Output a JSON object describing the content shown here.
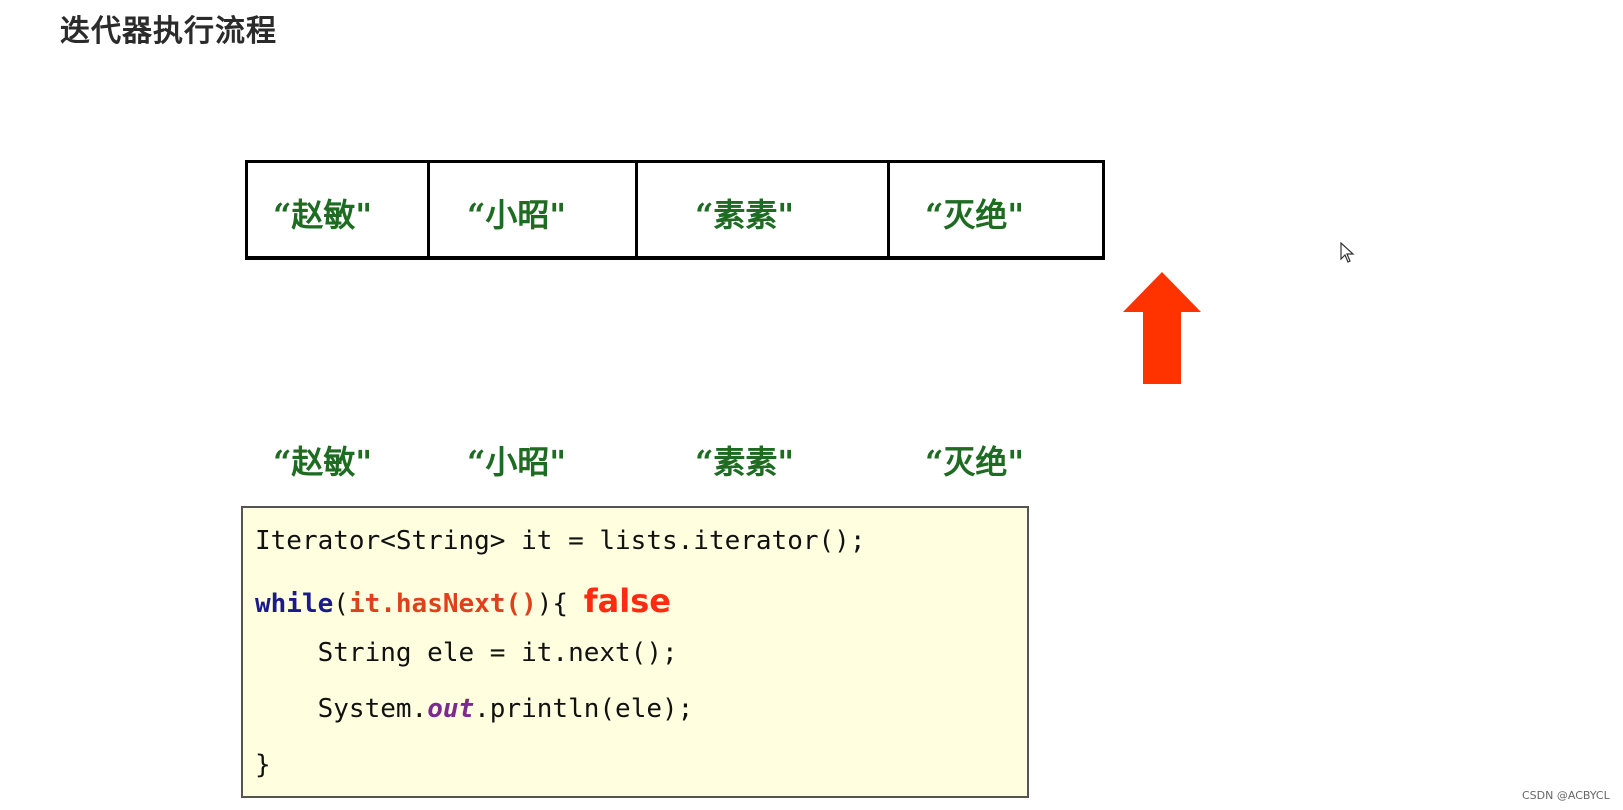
{
  "title": "迭代器执行流程",
  "array_cells": [
    "“赵敏\"",
    "“小昭\"",
    "“素素\"",
    "“灭绝\""
  ],
  "elements": [
    "“赵敏\"",
    "“小昭\"",
    "“素素\"",
    "“灭绝\""
  ],
  "code": {
    "line1": "Iterator<String> it = lists.iterator();",
    "line2_kw": "while",
    "line2_open": "(",
    "line2_call": "it.hasNext()",
    "line2_close": "){",
    "line2_result": "false",
    "line3": "    String ele = it.next();",
    "line4_prefix": "    System.",
    "line4_out": "out",
    "line4_suffix": ".println(ele);",
    "line5": "}"
  },
  "colors": {
    "accent_arrow": "#ff3300",
    "element_text": "#1e6b22",
    "code_background": "#ffffe0",
    "result_text": "#ff2a12"
  },
  "watermark": "CSDN @ACBYCL",
  "icons": [
    "up-arrow-icon",
    "mouse-cursor-icon"
  ]
}
